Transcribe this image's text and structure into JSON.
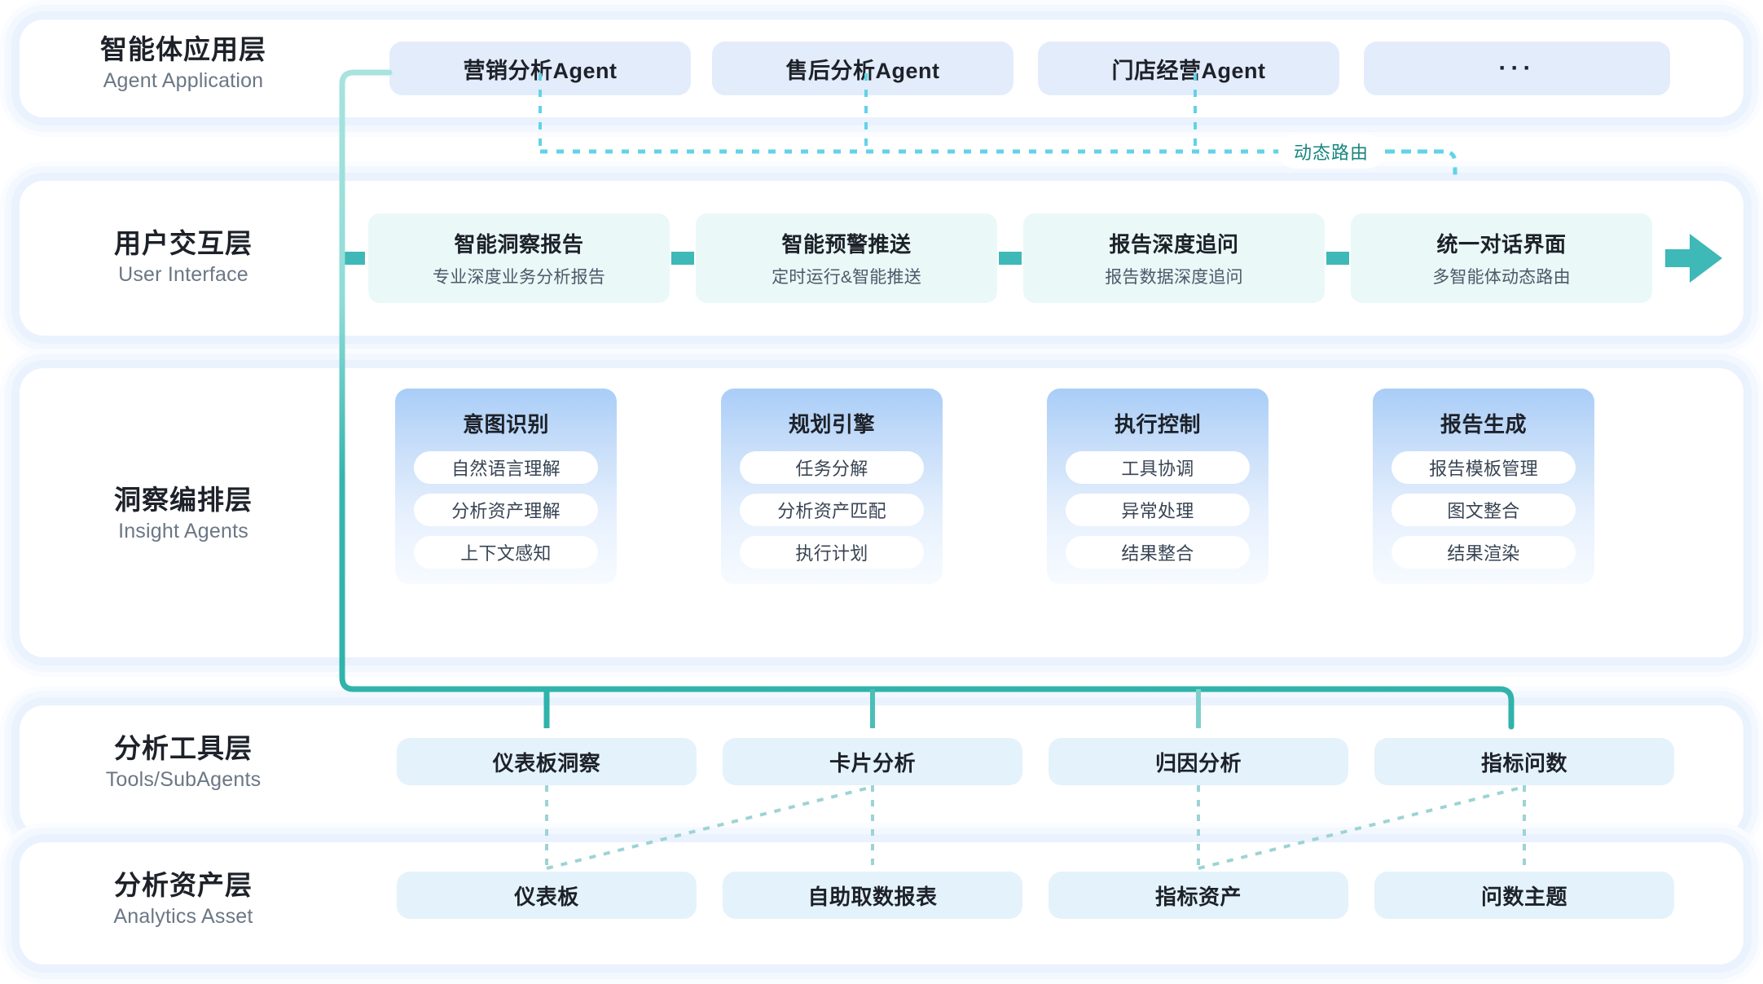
{
  "colors": {
    "teal": "#3fb8b8",
    "teal_dark": "#17867f",
    "dotted_cyan": "#62d3e6",
    "dotted_pale": "#9ed3d4",
    "agent_pill_bg": "#e3ecfb",
    "ui_card_bg": "#eaf8f8",
    "tool_pill_bg": "#e4f2fb",
    "layer_glow": "#eaf2fe",
    "text_dark": "#1d2129",
    "text_muted": "#6b7785"
  },
  "layers": [
    {
      "id": "agent-application",
      "cn": "智能体应用层",
      "en": "Agent Application",
      "items": [
        {
          "label": "营销分析Agent"
        },
        {
          "label": "售后分析Agent"
        },
        {
          "label": "门店经营Agent"
        },
        {
          "label": "···"
        }
      ]
    },
    {
      "id": "user-interface",
      "cn": "用户交互层",
      "en": "User Interface",
      "items": [
        {
          "title": "智能洞察报告",
          "subtitle": "专业深度业务分析报告"
        },
        {
          "title": "智能预警推送",
          "subtitle": "定时运行&智能推送"
        },
        {
          "title": "报告深度追问",
          "subtitle": "报告数据深度追问"
        },
        {
          "title": "统一对话界面",
          "subtitle": "多智能体动态路由"
        }
      ]
    },
    {
      "id": "insight-agents",
      "cn": "洞察编排层",
      "en": "Insight Agents",
      "columns": [
        {
          "head": "意图识别",
          "items": [
            "自然语言理解",
            "分析资产理解",
            "上下文感知"
          ]
        },
        {
          "head": "规划引擎",
          "items": [
            "任务分解",
            "分析资产匹配",
            "执行计划"
          ]
        },
        {
          "head": "执行控制",
          "items": [
            "工具协调",
            "异常处理",
            "结果整合"
          ]
        },
        {
          "head": "报告生成",
          "items": [
            "报告模板管理",
            "图文整合",
            "结果渲染"
          ]
        }
      ]
    },
    {
      "id": "tools-subagents",
      "cn": "分析工具层",
      "en": "Tools/SubAgents",
      "items": [
        {
          "label": "仪表板洞察"
        },
        {
          "label": "卡片分析"
        },
        {
          "label": "归因分析"
        },
        {
          "label": "指标问数"
        }
      ]
    },
    {
      "id": "analytics-asset",
      "cn": "分析资产层",
      "en": "Analytics Asset",
      "items": [
        {
          "label": "仪表板"
        },
        {
          "label": "自助取数报表"
        },
        {
          "label": "指标资产"
        },
        {
          "label": "问数主题"
        }
      ]
    }
  ],
  "annotations": {
    "dynamic_routing": "动态路由"
  }
}
